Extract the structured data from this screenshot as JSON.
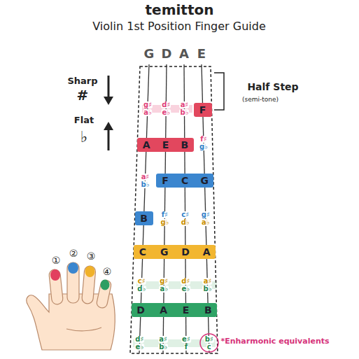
{
  "diagram": {
    "title": "temitton",
    "nodes": [
      {
        "text": [
          "F"
        ]
      },
      {
        "text": [
          "A",
          "E",
          "B"
        ]
      },
      {
        "text": [
          "F",
          "C",
          "G"
        ]
      },
      {
        "text": [
          "B"
        ]
      },
      {
        "text": [
          "C",
          "G",
          "D",
          "A"
        ]
      },
      {
        "text": [
          "D",
          "A",
          "E",
          "B"
        ]
      }
    ],
    "labels": [
      "Violin 1st Position Finger Guide",
      "G",
      "D",
      "A",
      "E",
      "Sharp",
      "#",
      "Flat",
      "♭",
      "Half Step",
      "(semi-tone)",
      "*Enharmonic equivalents",
      "①",
      "②",
      "③",
      "④",
      "g♯",
      "a♭",
      "d♯",
      "e♭",
      "a♯",
      "b♭",
      "f♯",
      "g♭",
      "a♯",
      "b♭",
      "f♯",
      "g♭",
      "c♯",
      "d♭",
      "g♯",
      "a♭",
      "c♯",
      "d♭",
      "g♯",
      "a♭",
      "d♯",
      "e♭",
      "a♯",
      "b♭",
      "d♯",
      "e♭",
      "a♯",
      "b♭",
      "e♯",
      "f",
      "b♯",
      "c"
    ]
  }
}
